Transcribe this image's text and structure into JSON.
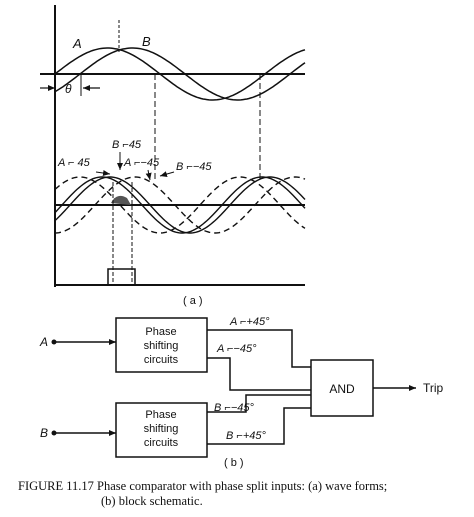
{
  "waveforms": {
    "label_a": "A",
    "label_b": "B",
    "label_theta": "θ",
    "shifted_labels": [
      {
        "text": "A ⌐ 45"
      },
      {
        "text": "B ⌐45"
      },
      {
        "text": "A ⌐−45"
      },
      {
        "text": "B ⌐−45"
      }
    ],
    "part_label": "( a )"
  },
  "schematic": {
    "input_a": "A",
    "input_b": "B",
    "block_top": [
      "Phase",
      "shifting",
      "circuits"
    ],
    "block_bottom": [
      "Phase",
      "shifting",
      "circuits"
    ],
    "and_label": "AND",
    "trip_label": "Trip",
    "sig_a_plus": "A ⌐+45°",
    "sig_a_minus": "A ⌐−45°",
    "sig_b_minus": "B ⌐−45°",
    "sig_b_plus": "B ⌐+45°",
    "part_label": "( b )"
  },
  "caption": {
    "line1": "FIGURE 11.17  Phase comparator with phase split inputs:  (a) wave forms;",
    "line2": "(b) block schematic."
  }
}
